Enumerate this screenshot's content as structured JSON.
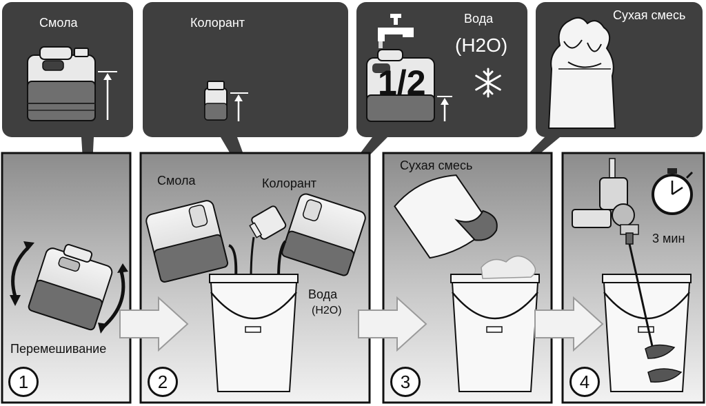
{
  "colors": {
    "panel_dark": "#3f3f3f",
    "step_bg_top": "#8f8f8f",
    "step_bg_bottom": "#f0f0f0",
    "arrow_fill": "#f2f2f2",
    "line": "#111111"
  },
  "top_panels": {
    "resin": {
      "label": "Смола"
    },
    "colorant": {
      "label": "Колорант"
    },
    "water": {
      "label": "Вода",
      "formula": "(H2O)",
      "fraction": "1/2"
    },
    "dry_mix": {
      "label": "Сухая смесь"
    }
  },
  "steps": [
    {
      "number": "1",
      "caption": "Перемешивание"
    },
    {
      "number": "2",
      "labels": {
        "resin": "Смола",
        "colorant": "Колорант",
        "water": "Вода",
        "water_formula": "(H2O)"
      }
    },
    {
      "number": "3",
      "labels": {
        "dry_mix": "Сухая смесь"
      }
    },
    {
      "number": "4",
      "labels": {
        "time": "3 мин"
      }
    }
  ],
  "icons": [
    "canister-icon",
    "jar-icon",
    "faucet-icon",
    "snowflake-icon",
    "bag-icon",
    "bucket-icon",
    "rotate-arrows-icon",
    "stopwatch-icon",
    "mixer-drill-icon",
    "arrow-right-icon",
    "up-arrow-icon"
  ]
}
